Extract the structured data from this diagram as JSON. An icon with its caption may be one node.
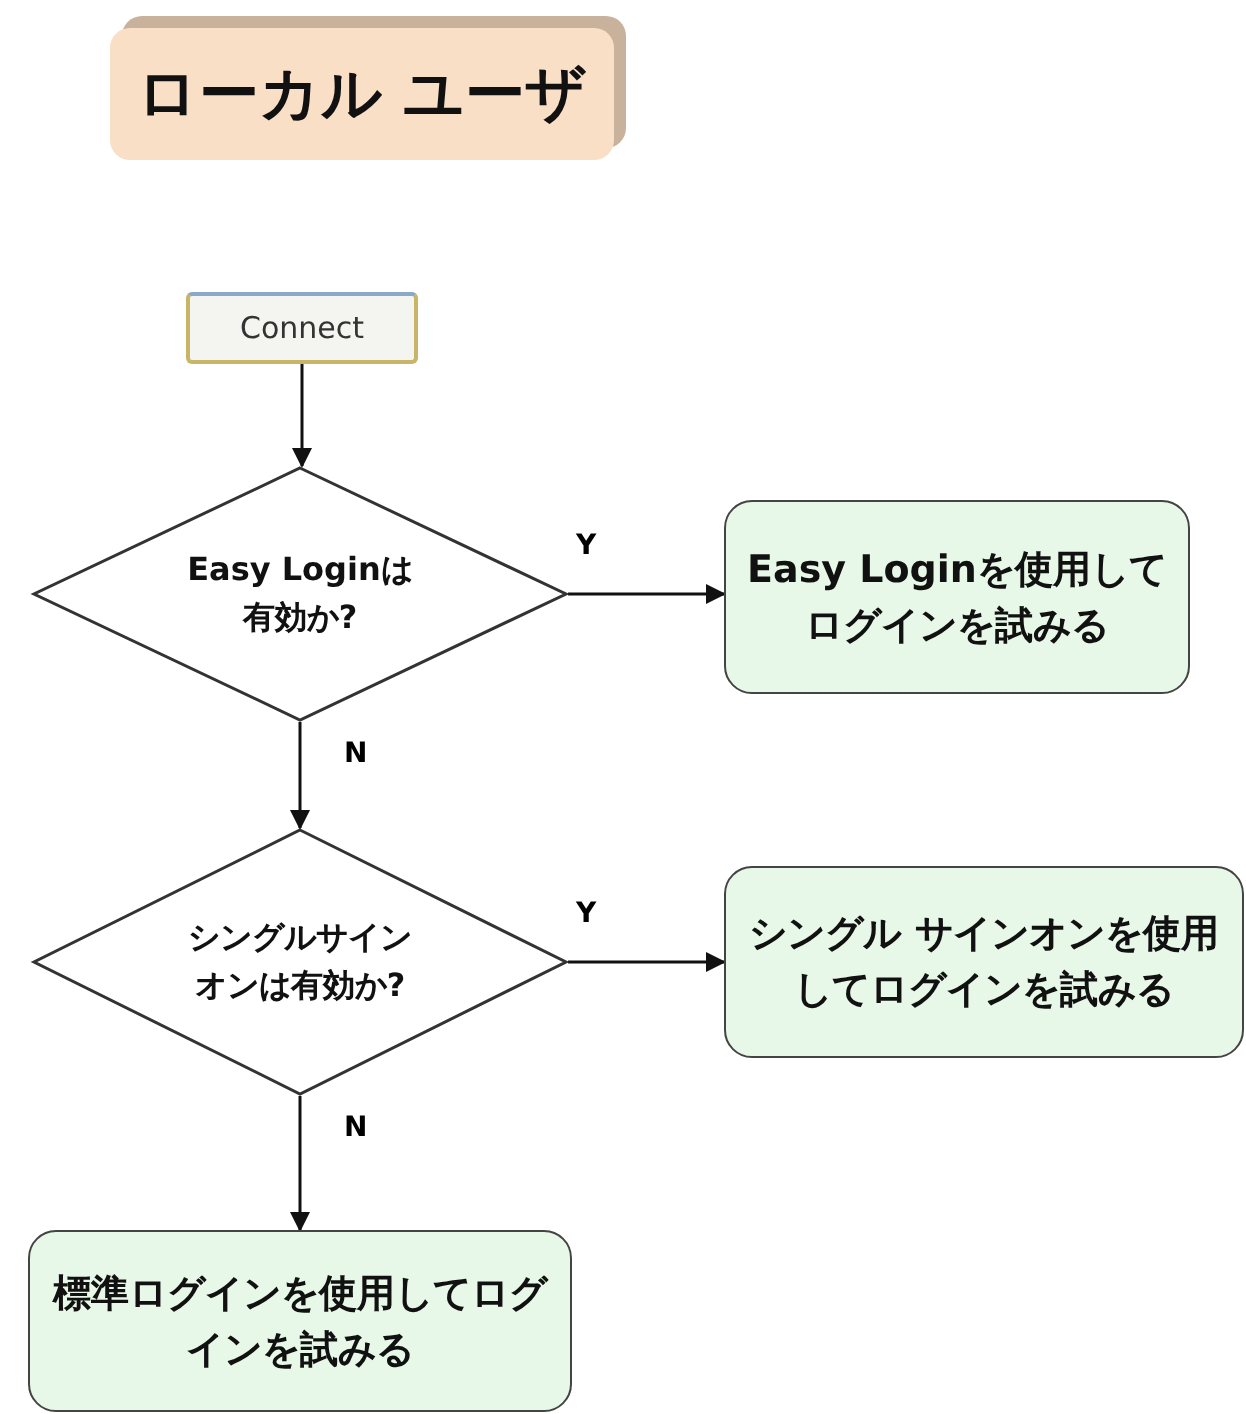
{
  "diagram": {
    "nodes": [
      {
        "text": [
          "ローカル ユーザ"
        ]
      },
      {
        "text": [
          "Connect"
        ]
      },
      {
        "text": [
          "Easy Loginは有効か?"
        ]
      },
      {
        "text": [
          "Easy Loginを使用してログインを試みる"
        ]
      },
      {
        "text": [
          "シングルサインオンは有効か?"
        ]
      },
      {
        "text": [
          "シングル サインオンを使用してログインを試みる"
        ]
      },
      {
        "text": [
          "標準ログインを使用してログインを試みる"
        ]
      }
    ],
    "edges": [
      {
        "from": 1,
        "to": 2,
        "arrow": "to"
      },
      {
        "from": 2,
        "to": 3,
        "arrow": "to",
        "label": "Y"
      },
      {
        "from": 2,
        "to": 4,
        "arrow": "to",
        "label": "N"
      },
      {
        "from": 4,
        "to": 5,
        "arrow": "to",
        "label": "Y"
      },
      {
        "from": 4,
        "to": 6,
        "arrow": "to",
        "label": "N"
      }
    ]
  }
}
